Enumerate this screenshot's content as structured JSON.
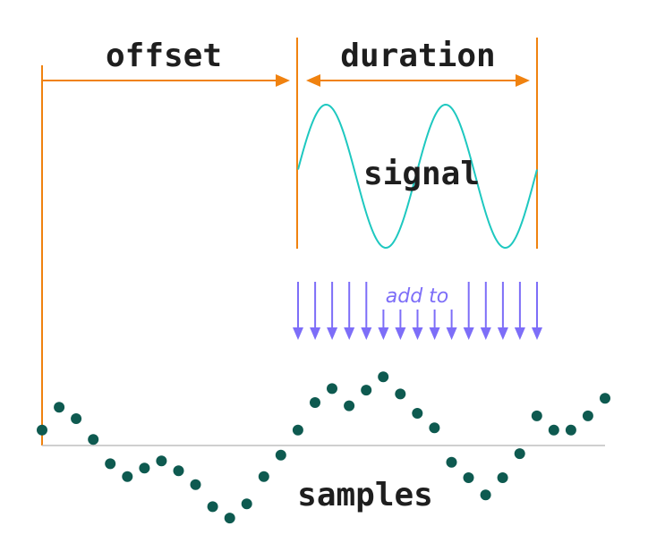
{
  "labels": {
    "offset": "offset",
    "duration": "duration",
    "signal": "signal",
    "add_to": "add to",
    "samples": "samples"
  },
  "colors": {
    "bracket": "#f0820f",
    "signal": "#1ec8c0",
    "arrows": "#7d6ef8",
    "samples": "#0e5a50",
    "baseline": "#bfbfbf",
    "text": "#1e1e1e"
  },
  "signal_wave": {
    "cycles": 2
  },
  "add_arrows": {
    "count": 15
  },
  "samples": {
    "values": [
      0.72,
      1.78,
      1.25,
      0.28,
      -0.85,
      -1.45,
      -1.05,
      -0.72,
      -1.18,
      -1.82,
      -2.85,
      -3.38,
      -2.72,
      -1.45,
      -0.45,
      0.72,
      2.0,
      2.65,
      1.85,
      2.58,
      3.2,
      2.4,
      1.5,
      0.82,
      -0.78,
      -1.5,
      -2.3,
      -1.5,
      -0.38,
      1.38,
      0.72,
      0.72,
      1.38,
      2.2
    ]
  }
}
